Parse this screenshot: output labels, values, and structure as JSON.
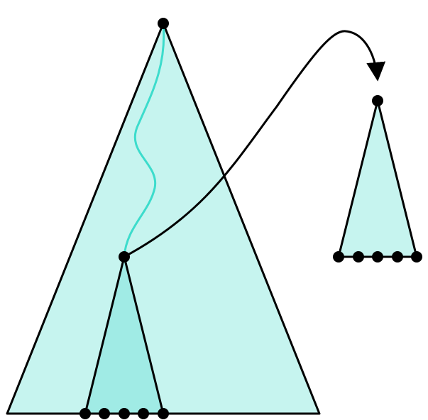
{
  "diagram": {
    "description_free": true,
    "colors": {
      "background": "#ffffff",
      "big_tree_fill": "#c6f4ef",
      "subtree_fill": "#a0ebe5",
      "small_tree_fill": "#c6f4ef",
      "outline": "#000000",
      "path_line": "#3cdccc",
      "node": "#000000"
    },
    "elements": {
      "big_tree": "large-triangle",
      "subtree": "inner-subtree-triangle",
      "detached_tree": "small-triangle",
      "root_path": "wavy-path",
      "move_arrow": "curved-arrow",
      "leaf_count_subtree": 5,
      "leaf_count_detached": 5
    }
  }
}
